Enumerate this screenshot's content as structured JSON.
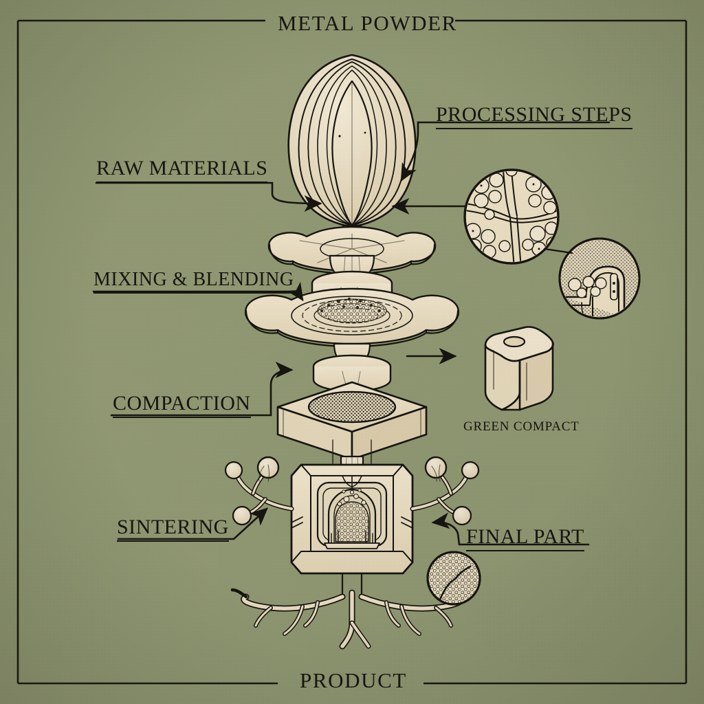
{
  "diagram": {
    "top_title": "METAL POWDER",
    "bottom_title": "PRODUCT",
    "background_color": "#929a74",
    "ink_color": "#16150f",
    "paper_color": "#efe3c8"
  },
  "labels": {
    "raw_materials": "RAW MATERIALS",
    "processing_steps": "PROCESSING STEPS",
    "mixing_blending": "MIXING & BLENDING",
    "compaction": "COMPACTION",
    "sintering": "SINTERING",
    "green_compact": "GREEN COMPACT",
    "final_part": "FINAL PART"
  },
  "illustration": {
    "bud": "flower-bud-raw-material",
    "upper_disc": "mixing-flower-disc-upper",
    "lower_disc": "mixing-flower-disc-lower-with-powder",
    "press_die": "compaction-die-block",
    "green_cube": "green-compact-cube",
    "furnace": "sintering-furnace-chamber",
    "roots": "product-root-system",
    "micro_inset_top": "microstructure-particles-inset",
    "micro_inset_right": "microstructure-section-inset",
    "micro_inset_bottom": "sintered-grain-inset"
  }
}
